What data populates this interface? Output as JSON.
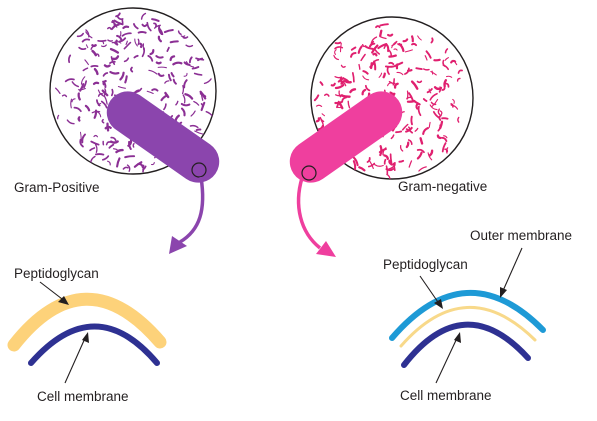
{
  "labels": {
    "gram_positive": "Gram-Positive",
    "gram_negative": "Gram-negative",
    "peptidoglycan_left": "Peptidoglycan",
    "cell_membrane_left": "Cell membrane",
    "outer_membrane": "Outer membrane",
    "peptidoglycan_right": "Peptidoglycan",
    "cell_membrane_right": "Cell membrane"
  },
  "colors": {
    "gram_positive_stain": "#8b2f94",
    "gram_positive_rod": "#8b45ad",
    "gram_negative_stain": "#e0206f",
    "gram_negative_rod": "#ef3f9e",
    "peptidoglycan_thick": "#fdd27a",
    "peptidoglycan_thin": "#f8d98a",
    "cell_membrane": "#2e3192",
    "outer_membrane": "#1e9ad6",
    "line": "#231f20"
  }
}
